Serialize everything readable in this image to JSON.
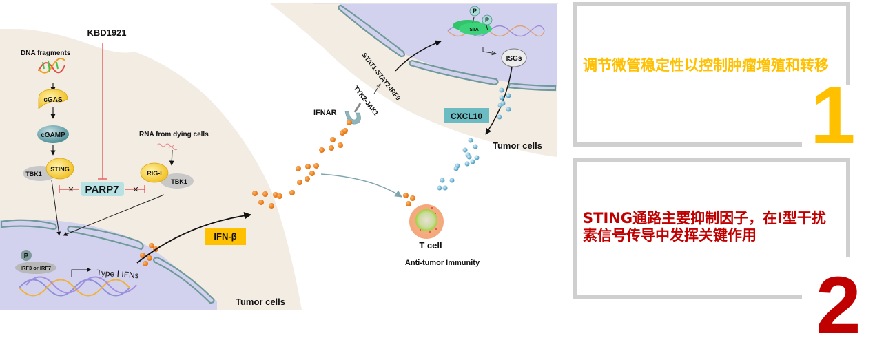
{
  "diagram": {
    "inhibitor": "KBD1921",
    "dna_fragments": "DNA fragments",
    "cgas": "cGAS",
    "cgamp": "cGAMP",
    "tbk1_left": "TBK1",
    "sting": "STING",
    "rna_source": "RNA from dying cells",
    "rig_i": "RIG-I",
    "tbk1_right": "TBK1",
    "parp7": "PARP7",
    "phospho": "P",
    "irf": "IRF3 or IRF7",
    "type1_ifns": "Type Ⅰ IFNs",
    "ifn_beta": "IFN-β",
    "tumor_cells_left": "Tumor cells",
    "ifnar": "IFNAR",
    "tyk2_jak1": "TYK2-JAK1",
    "stat_complex": "STAT1-STAT2-IRF9",
    "stat": "STAT",
    "phospho_1": "P",
    "phospho_2": "P",
    "isgs": "ISGs",
    "cxcl10": "CXCL10",
    "tumor_cells_right": "Tumor cells",
    "t_cell": "T cell",
    "anti_tumor": "Anti-tumor Immunity"
  },
  "colors": {
    "cytoplasm": "#f3ece3",
    "nucleus": "#d2d2ef",
    "membrane": "#6f9a99",
    "parp7_box": "#b7e1e3",
    "ifn_box": "#ffc000",
    "cxcl10_box": "#6bbcc2",
    "inhibit": "#e8585c",
    "ifn_particle": "#f08a24",
    "cxcl10_particle": "#6fb4d2",
    "panel_1_text": "#ffc000",
    "panel_2_text": "#c00000",
    "panel_border": "#cfcfcf"
  },
  "panels": [
    {
      "number": "1",
      "text": "调节微管稳定性以控制肿瘤增殖和转移"
    },
    {
      "number": "2",
      "text": "STING通路主要抑制因子，在I型干扰素信号传导中发挥关键作用"
    }
  ]
}
